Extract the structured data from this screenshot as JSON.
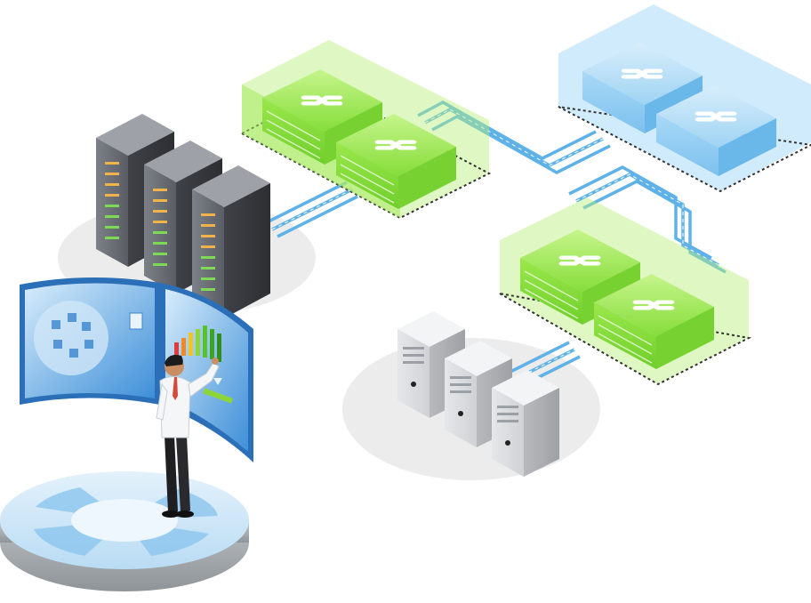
{
  "scene": {
    "switch_clusters": [
      {
        "id": "green-top",
        "color": "#8ee83a",
        "switch_count": 2
      },
      {
        "id": "blue-top",
        "color": "#8fcdf2",
        "switch_count": 2
      },
      {
        "id": "green-bottom",
        "color": "#8ee83a",
        "switch_count": 2
      }
    ],
    "server_groups": [
      {
        "id": "rack-servers",
        "type": "rack",
        "count": 3
      },
      {
        "id": "tower-servers",
        "type": "tower",
        "count": 3
      }
    ],
    "operator": {
      "id": "admin-console",
      "type": "person-at-curved-display"
    },
    "link_color": "#5fb2e8",
    "icons": [
      "switch-icon",
      "server-rack-icon",
      "tower-server-icon",
      "person-icon",
      "monitor-icon",
      "bar-chart-icon"
    ]
  }
}
